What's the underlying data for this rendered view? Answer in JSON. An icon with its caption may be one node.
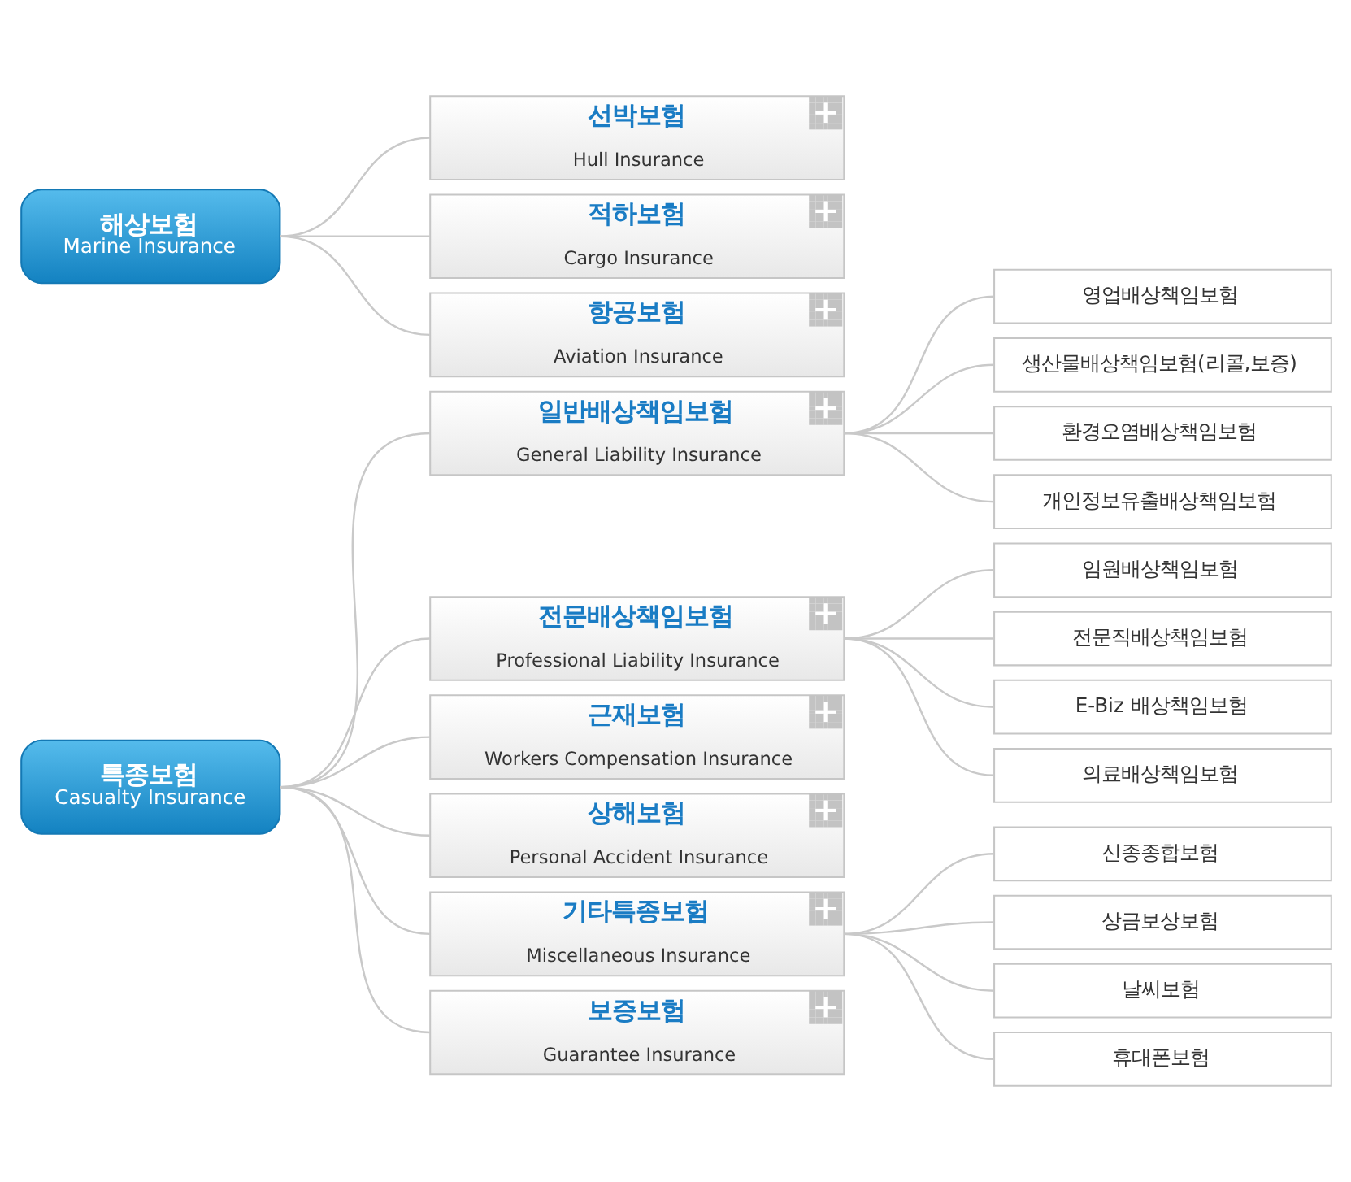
{
  "diagram": {
    "nodes": [
      {
        "text": [
          "해상보험",
          "Marine Insurance"
        ]
      },
      {
        "text": [
          "선박보험",
          "Hull Insurance"
        ]
      },
      {
        "text": [
          "적하보험",
          "Cargo Insurance"
        ]
      },
      {
        "text": [
          "항공보험",
          "Aviation Insurance"
        ]
      },
      {
        "text": [
          "특종보험",
          "Casualty Insurance"
        ]
      },
      {
        "text": [
          "일반배상책임보험",
          "General Liability Insurance"
        ]
      },
      {
        "text": [
          "영업배상책임보험"
        ]
      },
      {
        "text": [
          "생산물배상책임보험(리콜,보증)"
        ]
      },
      {
        "text": [
          "환경오염배상책임보험"
        ]
      },
      {
        "text": [
          "개인정보유출배상책임보험"
        ]
      },
      {
        "text": [
          "전문배상책임보험",
          "Professional Liability Insurance"
        ]
      },
      {
        "text": [
          "임원배상책임보험"
        ]
      },
      {
        "text": [
          "전문직배상책임보험"
        ]
      },
      {
        "text": [
          "E-Biz 배상책임보험"
        ]
      },
      {
        "text": [
          "의료배상책임보험"
        ]
      },
      {
        "text": [
          "근재보험",
          "Workers Compensation Insurance"
        ]
      },
      {
        "text": [
          "상해보험",
          "Personal Accident Insurance"
        ]
      },
      {
        "text": [
          "기타특종보험",
          "Miscellaneous Insurance"
        ]
      },
      {
        "text": [
          "신종종합보험"
        ]
      },
      {
        "text": [
          "상금보상보험"
        ]
      },
      {
        "text": [
          "날씨보험"
        ]
      },
      {
        "text": [
          "휴대폰보험"
        ]
      },
      {
        "text": [
          "보증보험",
          "Guarantee Insurance"
        ]
      }
    ],
    "edges": [
      {
        "from": 0,
        "to": 1,
        "arrow": "none"
      },
      {
        "from": 0,
        "to": 2,
        "arrow": "none"
      },
      {
        "from": 0,
        "to": 3,
        "arrow": "none"
      },
      {
        "from": 4,
        "to": 5,
        "arrow": "none"
      },
      {
        "from": 4,
        "to": 10,
        "arrow": "none"
      },
      {
        "from": 4,
        "to": 15,
        "arrow": "none"
      },
      {
        "from": 4,
        "to": 16,
        "arrow": "none"
      },
      {
        "from": 4,
        "to": 17,
        "arrow": "none"
      },
      {
        "from": 4,
        "to": 22,
        "arrow": "none"
      },
      {
        "from": 5,
        "to": 6,
        "arrow": "none"
      },
      {
        "from": 5,
        "to": 7,
        "arrow": "none"
      },
      {
        "from": 5,
        "to": 8,
        "arrow": "none"
      },
      {
        "from": 5,
        "to": 9,
        "arrow": "none"
      },
      {
        "from": 10,
        "to": 11,
        "arrow": "none"
      },
      {
        "from": 10,
        "to": 12,
        "arrow": "none"
      },
      {
        "from": 10,
        "to": 13,
        "arrow": "none"
      },
      {
        "from": 10,
        "to": 14,
        "arrow": "none"
      },
      {
        "from": 17,
        "to": 18,
        "arrow": "none"
      },
      {
        "from": 17,
        "to": 19,
        "arrow": "none"
      },
      {
        "from": 17,
        "to": 20,
        "arrow": "none"
      },
      {
        "from": 17,
        "to": 21,
        "arrow": "none"
      }
    ]
  }
}
